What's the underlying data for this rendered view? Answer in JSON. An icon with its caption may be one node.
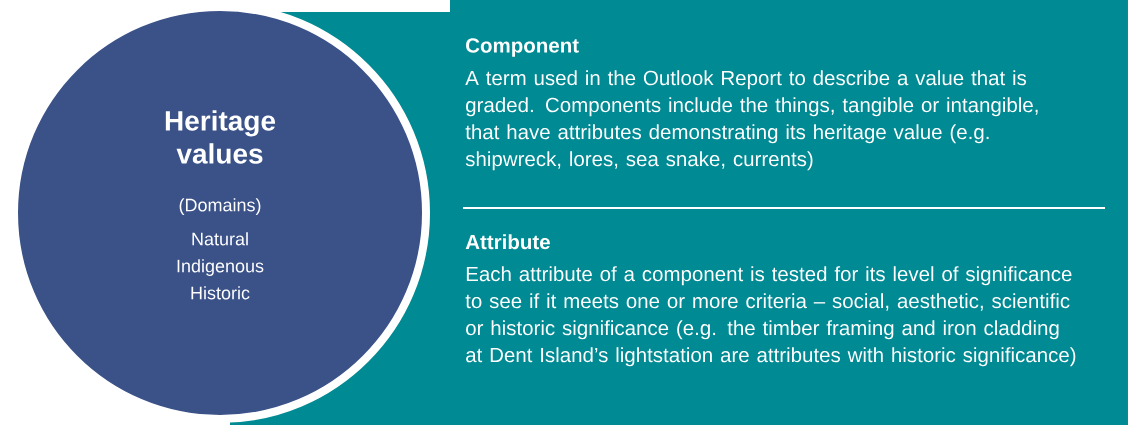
{
  "diagram": {
    "nodes": [
      {
        "text": [
          "Heritage values",
          "(Domains)",
          "Natural Indigenous Historic"
        ]
      },
      {
        "text": [
          "Component",
          "A term used in the Outlook Report to describe a value that is graded. Components include the things, tangible or intangible, that have attributes demonstrating its heritage value (e.g. shipwreck, lores, sea snake, currents)",
          "Attribute",
          "Each attribute of a component is tested for its level of significance to see if it meets one or more criteria – social, aesthetic, scientific or historic significance (e.g. the timber framing and iron cladding at Dent Island’s lightstation are attributes with historic significance)"
        ]
      }
    ]
  }
}
